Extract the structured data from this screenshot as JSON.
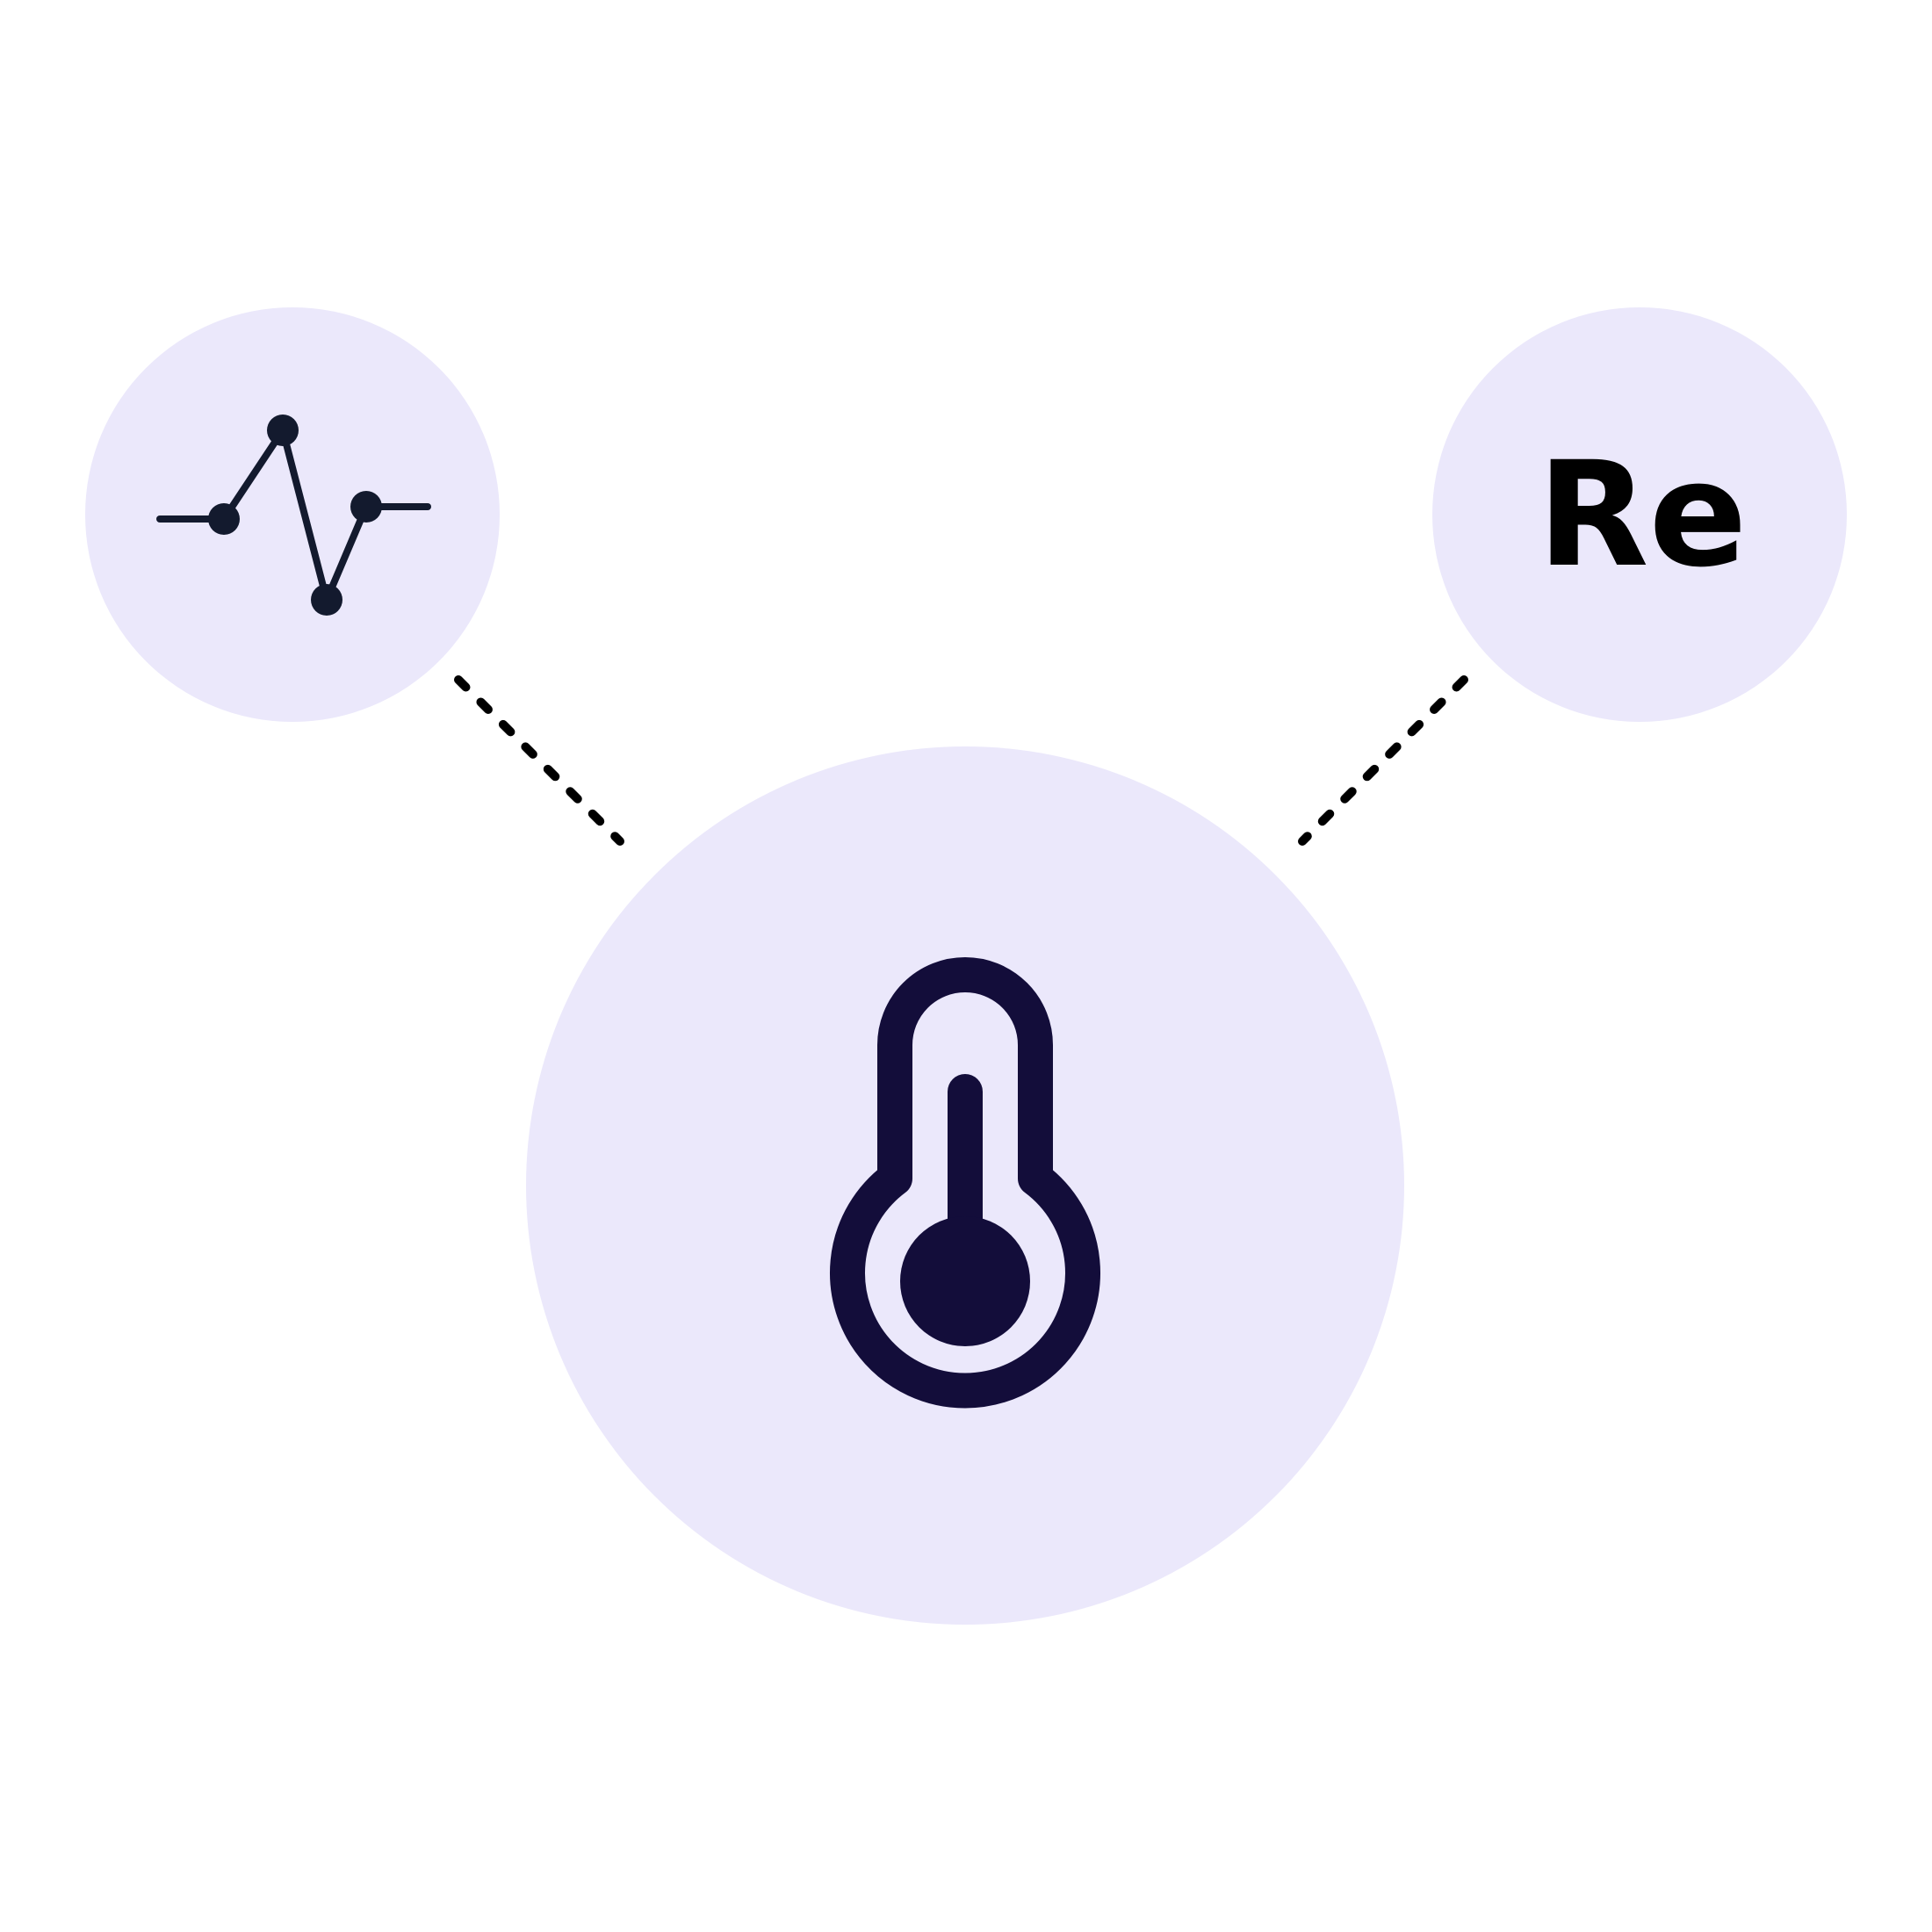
{
  "diagram": {
    "background": "#ffffff",
    "circle_fill": "#ebe8fb",
    "icon_color": "#130d3a",
    "line_color": "#000000",
    "nodes": [
      {
        "id": "left",
        "icon": "signal-graph-icon"
      },
      {
        "id": "right",
        "icon": "text-label",
        "text": "Re"
      },
      {
        "id": "center",
        "icon": "thermometer-icon"
      }
    ],
    "connectors": [
      {
        "from": "left",
        "to": "center",
        "style": "dashed"
      },
      {
        "from": "right",
        "to": "center",
        "style": "dashed"
      }
    ]
  }
}
